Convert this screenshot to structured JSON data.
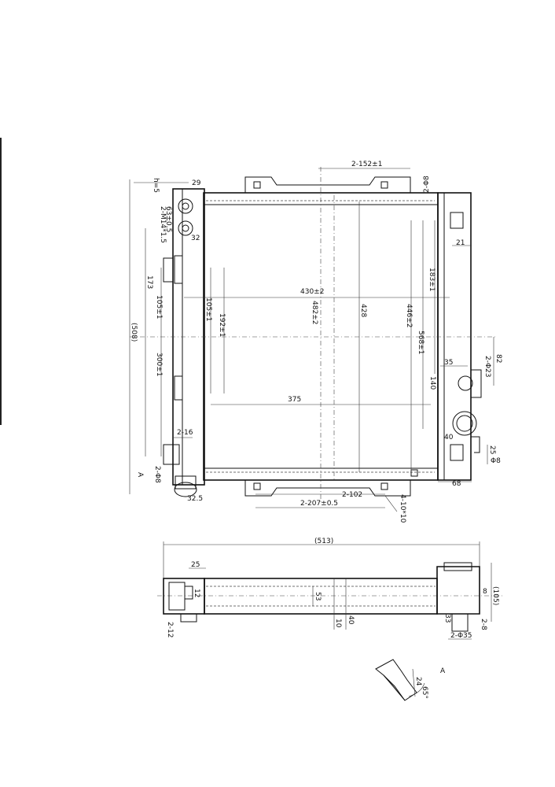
{
  "drawing": {
    "front_view": {
      "top": {
        "spacing": "2-152±1",
        "hole_tr": "2-Φ8"
      },
      "left": {
        "thread": "2-M14*1.5",
        "thread_depth": "h=5",
        "pitch": "63±0.5",
        "t29": "29",
        "t32": "32",
        "h508": "(508)",
        "h173": "173",
        "h105": "105±1",
        "h300": "300±1",
        "b216": "2-16",
        "holes": "2-Φ8",
        "b325": "32.5",
        "view_a": "A"
      },
      "center": {
        "w430": "430±2",
        "h482": "482±2",
        "h428": "428",
        "w375": "375",
        "h192": "192±1",
        "h105b": "105±1"
      },
      "right": {
        "h183": "183±1",
        "h446": "446±2",
        "h568": "568±1",
        "d21": "21",
        "d82": "82",
        "d223": "2-Φ23",
        "d35": "35",
        "d140": "140",
        "d40": "40",
        "d25": "25",
        "d8": "Φ8",
        "d68": "68"
      },
      "bottom": {
        "b2102": "2-102",
        "b2207": "2-207±0.5",
        "slots": "4-10*10"
      }
    },
    "side_view": {
      "w513": "(513)",
      "t25": "25",
      "t12": "12",
      "t53": "53",
      "t10": "10",
      "t40": "40",
      "t105": "(105)",
      "t212": "2-12",
      "t33": "33",
      "t235": "2-Φ35",
      "t28": "2-8",
      "t8": "8"
    },
    "detail_a": {
      "label": "A",
      "t24": "24",
      "t65": "65°"
    }
  }
}
